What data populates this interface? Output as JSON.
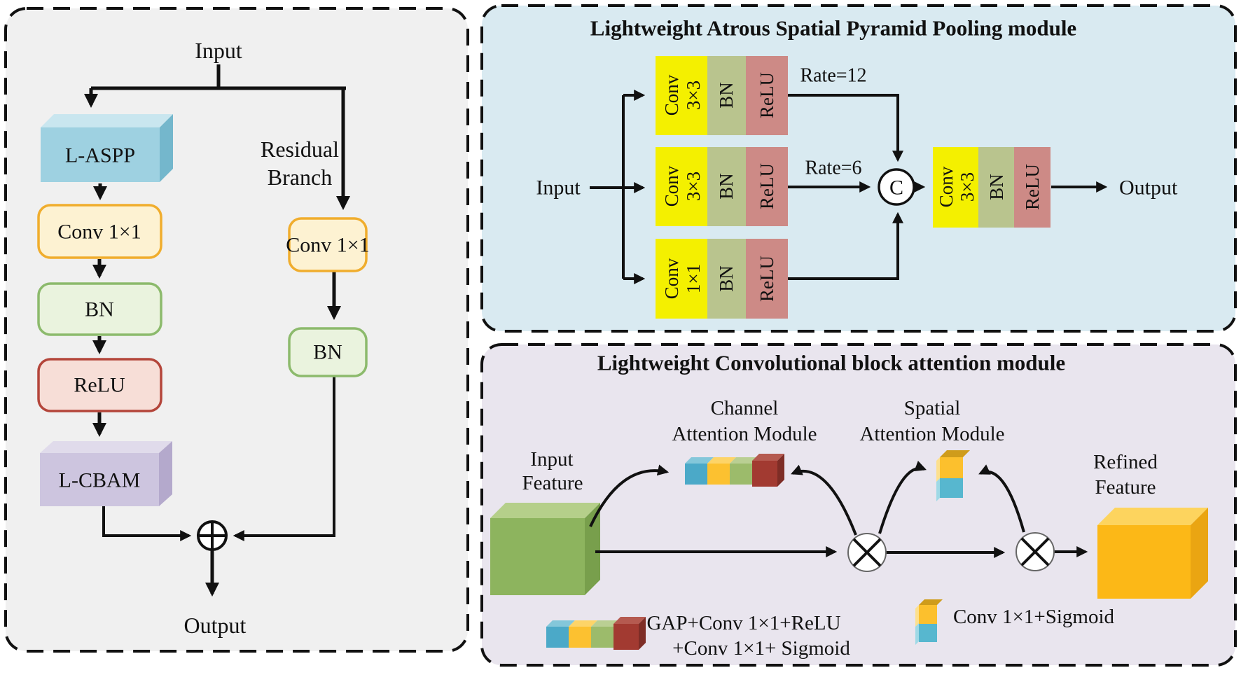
{
  "left_panel": {
    "input_label": "Input",
    "residual_line1": "Residual",
    "residual_line2": "Branch",
    "nodes": {
      "laspp": "L-ASPP",
      "conv1": "Conv 1×1",
      "bn1": "BN",
      "relu1": "ReLU",
      "lcbam": "L-CBAM",
      "conv2": "Conv 1×1",
      "bn2": "BN"
    },
    "output_label": "Output"
  },
  "aspp": {
    "title": "Lightweight Atrous Spatial Pyramid Pooling module",
    "input_label": "Input",
    "output_label": "Output",
    "concat_label": "C",
    "branches": [
      {
        "conv_line1": "Conv",
        "conv_line2": "3×3",
        "bn": "BN",
        "relu": "ReLU",
        "rate": "Rate=12"
      },
      {
        "conv_line1": "Conv",
        "conv_line2": "3×3",
        "bn": "BN",
        "relu": "ReLU",
        "rate": "Rate=6"
      },
      {
        "conv_line1": "Conv",
        "conv_line2": "1×1",
        "bn": "BN",
        "relu": "ReLU"
      }
    ],
    "final_block": {
      "conv_line1": "Conv",
      "conv_line2": "3×3",
      "bn": "BN",
      "relu": "ReLU"
    }
  },
  "cbam": {
    "title": "Lightweight Convolutional block attention module",
    "channel_line1": "Channel",
    "channel_line2": "Attention Module",
    "spatial_line1": "Spatial",
    "spatial_line2": "Attention Module",
    "input_feature_line1": "Input",
    "input_feature_line2": "Feature",
    "refined_feature_line1": "Refined",
    "refined_feature_line2": "Feature",
    "legend_channel_line1": "GAP+Conv 1×1+ReLU",
    "legend_channel_line2": "+Conv 1×1+ Sigmoid",
    "legend_spatial": "Conv 1×1+Sigmoid"
  },
  "colors": {
    "left_bg": "#f0f0f0",
    "aspp_bg": "#d9eaf1",
    "cbam_bg": "#e9e5ee",
    "laspp_front": "#9ed1e1",
    "conv_fill": "#fdf2d2",
    "conv_stroke": "#f0ad2d",
    "bn_fill": "#eaf3de",
    "bn_stroke": "#8cba6c",
    "relu_fill": "#f7ded7",
    "relu_stroke": "#b4453a",
    "lcbam_front": "#cdc5df",
    "aspp_yellow": "#f4f000",
    "aspp_green": "#b9c48e",
    "aspp_pink": "#cd8a86",
    "cube_blue": "#4ba9c8",
    "cube_yellow": "#fcc130",
    "cube_green": "#9cbb6b",
    "cube_red": "#a23a31",
    "feature_green": "#8db45e",
    "refined_orange": "#fcb817"
  }
}
